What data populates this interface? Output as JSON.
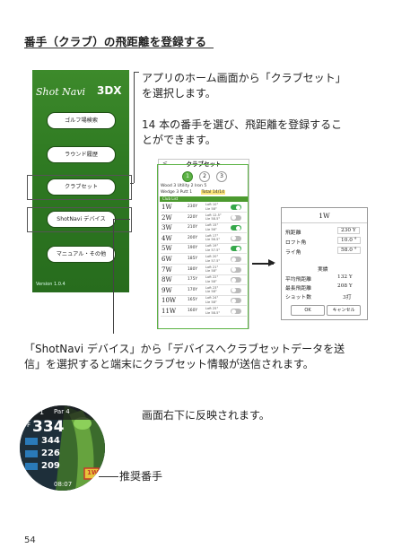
{
  "title": "番手（クラブ）の飛距離を登録する",
  "desc1": [
    "アプリのホーム画面から「クラブセット」",
    "を選択します。"
  ],
  "desc2": [
    "14 本の番手を選び、飛距離を登録するこ",
    "とができます。"
  ],
  "desc3": [
    "「ShotNavi デバイス」から「デバイスへクラブセットデータを送",
    "信」を選択すると端末にクラブセット情報が送信されます。"
  ],
  "desc4": "画面右下に反映されます。",
  "recommended_label": "推奨番手",
  "page_number": "54",
  "home": {
    "brand": "Shot Navi",
    "model": "3DX",
    "buttons": [
      "ゴルフ場検索",
      "ラウンド履歴",
      "クラブセット",
      "ShotNavi デバイス",
      "マニュアル・その他"
    ],
    "version": "Version 1.0.4"
  },
  "clubset": {
    "back": "<",
    "title": "クラブセット",
    "tabs": [
      "1",
      "2",
      "3"
    ],
    "summary_line1": "Wood  3     Utility  2     Iron  5",
    "summary_line2": "Wedge  3    Putt  1",
    "total": "Total 14/14",
    "list_header": "Club List",
    "rows": [
      {
        "name": "1W",
        "dist": "230Y",
        "loft": "Loft  10°",
        "lie": "Lie  58°",
        "on": true
      },
      {
        "name": "2W",
        "dist": "220Y",
        "loft": "Loft 12.5°",
        "lie": "Lie  58.5°",
        "on": false
      },
      {
        "name": "3W",
        "dist": "210Y",
        "loft": "Loft  15°",
        "lie": "Lie  56°",
        "on": true
      },
      {
        "name": "4W",
        "dist": "200Y",
        "loft": "Loft  17°",
        "lie": "Lie  56.5°",
        "on": false
      },
      {
        "name": "5W",
        "dist": "190Y",
        "loft": "Loft  19°",
        "lie": "Lie  57.5°",
        "on": true
      },
      {
        "name": "6W",
        "dist": "185Y",
        "loft": "Loft  20°",
        "lie": "Lie  57.5°",
        "on": false
      },
      {
        "name": "7W",
        "dist": "180Y",
        "loft": "Loft  21°",
        "lie": "Lie  58°",
        "on": false
      },
      {
        "name": "8W",
        "dist": "175Y",
        "loft": "Loft  22°",
        "lie": "Lie  58°",
        "on": false
      },
      {
        "name": "9W",
        "dist": "170Y",
        "loft": "Loft  23°",
        "lie": "Lie  58°",
        "on": false
      },
      {
        "name": "10W",
        "dist": "165Y",
        "loft": "Loft  24°",
        "lie": "Lie  58°",
        "on": false
      },
      {
        "name": "11W",
        "dist": "160Y",
        "loft": "Loft  25°",
        "lie": "Lie  58.5°",
        "on": false
      }
    ]
  },
  "dialog": {
    "title": "1W",
    "distance_label": "飛距離",
    "distance_value": "230 Y",
    "loft_label": "ロフト角",
    "loft_value": "10.0 °",
    "lie_label": "ライ角",
    "lie_value": "58.0 °",
    "record_title": "実績",
    "avg_label": "平均飛距離",
    "avg_value": "132 Y",
    "max_label": "最長飛距離",
    "max_value": "208 Y",
    "shots_label": "ショット数",
    "shots_value": "3打",
    "ok": "OK",
    "cancel": "キャンセル"
  },
  "watch": {
    "hole": "1",
    "par": "Par 4",
    "front_letter": "F",
    "big_distance": "334",
    "yards": [
      "344",
      "226",
      "209"
    ],
    "recommended_club": "1W",
    "time": "08:07"
  }
}
